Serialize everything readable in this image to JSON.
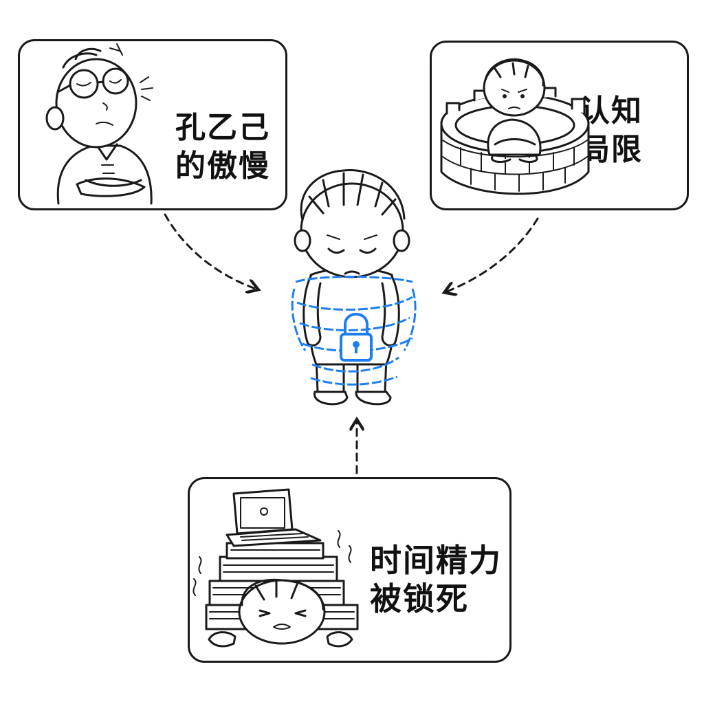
{
  "panels": {
    "top_left": {
      "lines": [
        "孔乙己",
        "的傲慢"
      ],
      "icon": "kong-yiji-arrogant-figure"
    },
    "top_right": {
      "lines": [
        "认知",
        "局限"
      ],
      "icon": "child-in-well-tower"
    },
    "bottom": {
      "lines": [
        "时间精力",
        "被锁死"
      ],
      "icon": "child-crushed-by-books-laptop"
    }
  },
  "center": {
    "icon": "chained-child-padlock"
  },
  "colors": {
    "chain": "#1c7ef2",
    "ink": "#1a1a1a",
    "background": "#ffffff"
  }
}
